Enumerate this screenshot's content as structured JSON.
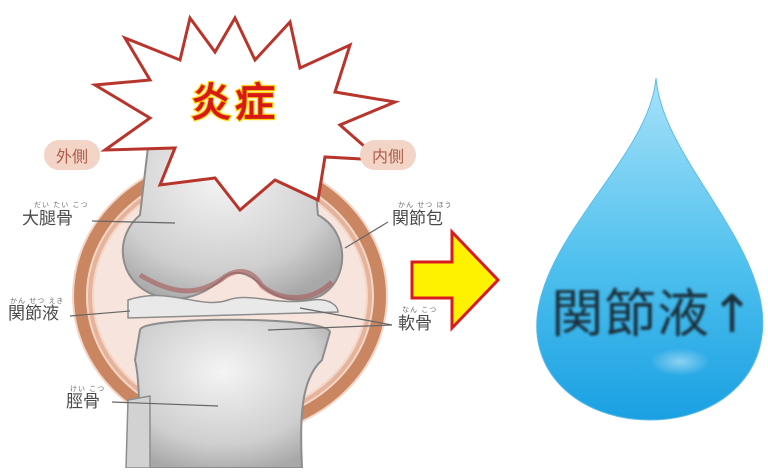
{
  "burst": {
    "text": "炎症"
  },
  "sides": {
    "outer": "外側",
    "inner": "内側"
  },
  "labels": {
    "femur": {
      "text": "大腿骨",
      "ruby": "だい たい こつ"
    },
    "capsule": {
      "text": "関節包",
      "ruby": "かん せつ ほう"
    },
    "fluid": {
      "text": "関節液",
      "ruby": "かん せつ えき"
    },
    "cartilage": {
      "text": "軟骨",
      "ruby": "なん こつ"
    },
    "tibia": {
      "text": "脛骨",
      "ruby": "けい こつ"
    }
  },
  "drop": {
    "text": "関節液↑"
  },
  "colors": {
    "burst_fill": "#ffffff",
    "burst_stroke": "#b8352c",
    "burst_text": "#d81818",
    "arrow_fill": "#fff200",
    "arrow_stroke": "#d81b1b",
    "drop_top": "#7fd0f2",
    "drop_bottom": "#1fa6e6",
    "bone": "#d7d7d7",
    "capsule": "#c98660"
  }
}
